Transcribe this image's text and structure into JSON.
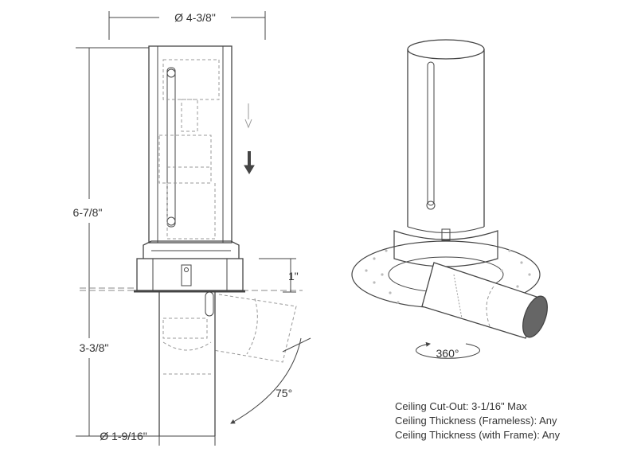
{
  "dimensions": {
    "top_diameter": "Ø 4-3/8\"",
    "total_height": "6-7/8\"",
    "lower_height": "3-3/8\"",
    "bottom_diameter": "Ø 1-9/16\"",
    "collar_height": "1\"",
    "tilt_angle": "75°",
    "rotation": "360°"
  },
  "notes": [
    "Ceiling Cut-Out: 3-1/16\" Max",
    "Ceiling Thickness (Frameless): Any",
    "Ceiling Thickness (with Frame): Any"
  ],
  "colors": {
    "line": "#444444",
    "dashed": "#999999"
  }
}
